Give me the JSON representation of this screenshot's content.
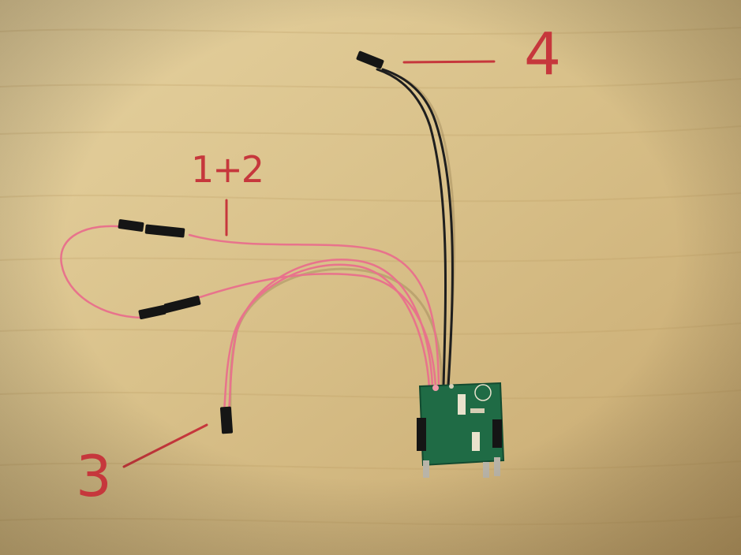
{
  "annotations": {
    "connector_4": "4",
    "connector_1_2": "1+2",
    "connector_3": "3"
  },
  "colors": {
    "annotation": "#c6373c",
    "wood_light": "#e2cc98",
    "wood_dark": "#c9ab72",
    "wire_pink": "#e8738c",
    "wire_black": "#1e1e1e",
    "pcb_green": "#1f6b45",
    "connector_black": "#151515"
  }
}
